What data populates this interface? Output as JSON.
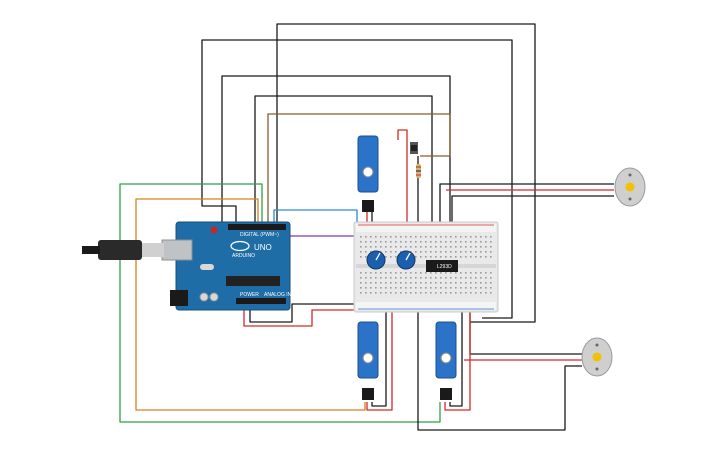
{
  "circuit": {
    "arduino": {
      "model_label": "UNO",
      "brand_label": "ARDUINO",
      "header_top_label": "DIGITAL (PWM~)",
      "power_label": "POWER",
      "analog_label": "ANALOG IN"
    },
    "driver_ic": {
      "label": "L293D"
    },
    "colors": {
      "board_blue": "#1f6da6",
      "breadboard": "#e9e9e9",
      "servo_blue": "#2a73c9",
      "pot_blue": "#1c5fae",
      "wire_black": "#1a1a1a",
      "wire_red": "#d62828",
      "wire_green": "#2ea043",
      "wire_orange": "#d9801d",
      "wire_brown": "#8b5a2b",
      "wire_purple": "#7b3fa0",
      "wire_blue": "#2a8ad6",
      "motor_body": "#cfcfcf",
      "motor_shaft": "#f2c200"
    }
  }
}
